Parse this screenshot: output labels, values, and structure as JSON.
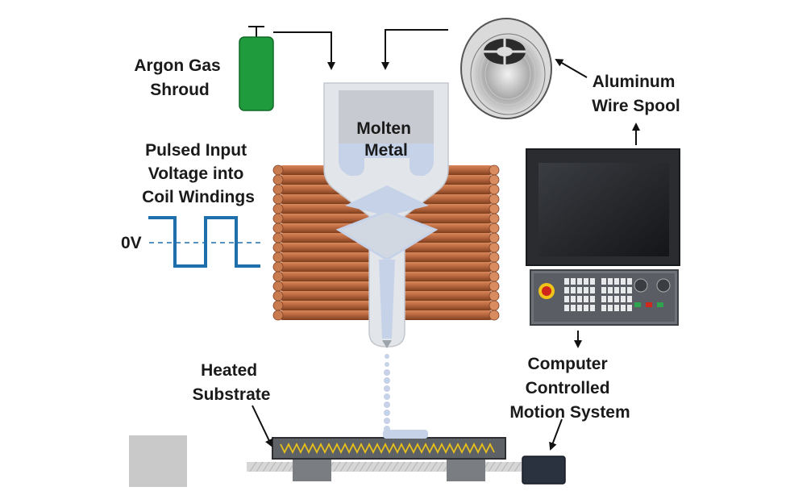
{
  "labels": {
    "argon": [
      "Argon Gas",
      "Shroud"
    ],
    "molten": [
      "Molten",
      "Metal"
    ],
    "spool": [
      "Aluminum",
      "Wire Spool"
    ],
    "pulsed": [
      "Pulsed Input",
      "Voltage into",
      "Coil Windings"
    ],
    "zero_volt": "0V",
    "substrate": [
      "Heated",
      "Substrate"
    ],
    "motion": [
      "Computer",
      "Controlled",
      "Motion System"
    ]
  },
  "colors": {
    "argon_tank": "#1f9a3c",
    "copper": "#b8683f",
    "copper_dark": "#8e4a28",
    "nozzle": "#e4e7ec",
    "molten_metal": "#c9d3e6",
    "waveform": "#1f6fad",
    "substrate_heater": "#e8c21a"
  },
  "icons": {
    "tank": "gas-cylinder-icon",
    "spool": "wire-spool-icon",
    "controller": "cnc-control-panel-icon"
  }
}
